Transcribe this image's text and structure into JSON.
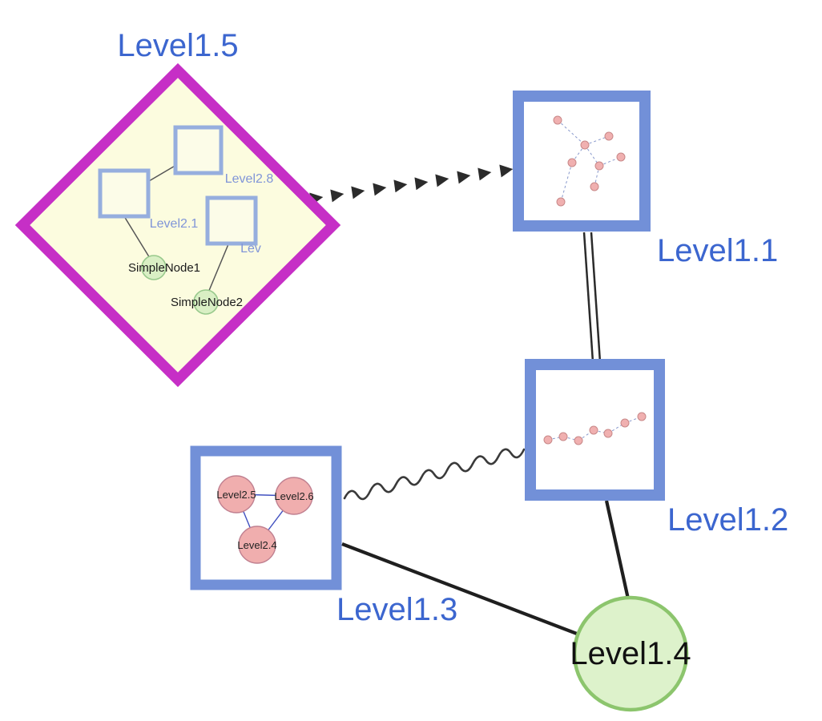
{
  "diagram": {
    "type": "nested-graph",
    "labels": {
      "level15": "Level1.5",
      "level11": "Level1.1",
      "level12": "Level1.2",
      "level13": "Level1.3",
      "level14": "Level1.4"
    },
    "level15_contents": {
      "square_top_label": "Level2.8",
      "square_left_label": "Level2.1",
      "square_right_label": "Lev",
      "simple_node_1": "SimpleNode1",
      "simple_node_2": "SimpleNode2"
    },
    "level13_contents": {
      "node_left": "Level2.5",
      "node_right": "Level2.6",
      "node_bottom": "Level2.4"
    },
    "colors": {
      "label_blue": "#3c66cf",
      "node_border_blue": "#7290d8",
      "diamond_border_magenta": "#c62fc6",
      "diamond_fill_yellow": "#fcfcdf",
      "green_node_fill": "#d9efc4",
      "green_node_border": "#8fc87f",
      "level14_fill": "#ddf2cb",
      "level14_border": "#8cc56d",
      "pink_node_fill": "#f0b0b0",
      "pink_node_border": "#c88888",
      "edge_black": "#2b2b2b"
    },
    "edges": [
      {
        "from": "Level1.5",
        "to": "Level1.1",
        "style": "dashed-arrow"
      },
      {
        "from": "Level1.1",
        "to": "Level1.2",
        "style": "double-line"
      },
      {
        "from": "Level1.3",
        "to": "Level1.2",
        "style": "wavy"
      },
      {
        "from": "Level1.3",
        "to": "Level1.4",
        "style": "solid"
      },
      {
        "from": "Level1.2",
        "to": "Level1.4",
        "style": "solid"
      }
    ]
  }
}
